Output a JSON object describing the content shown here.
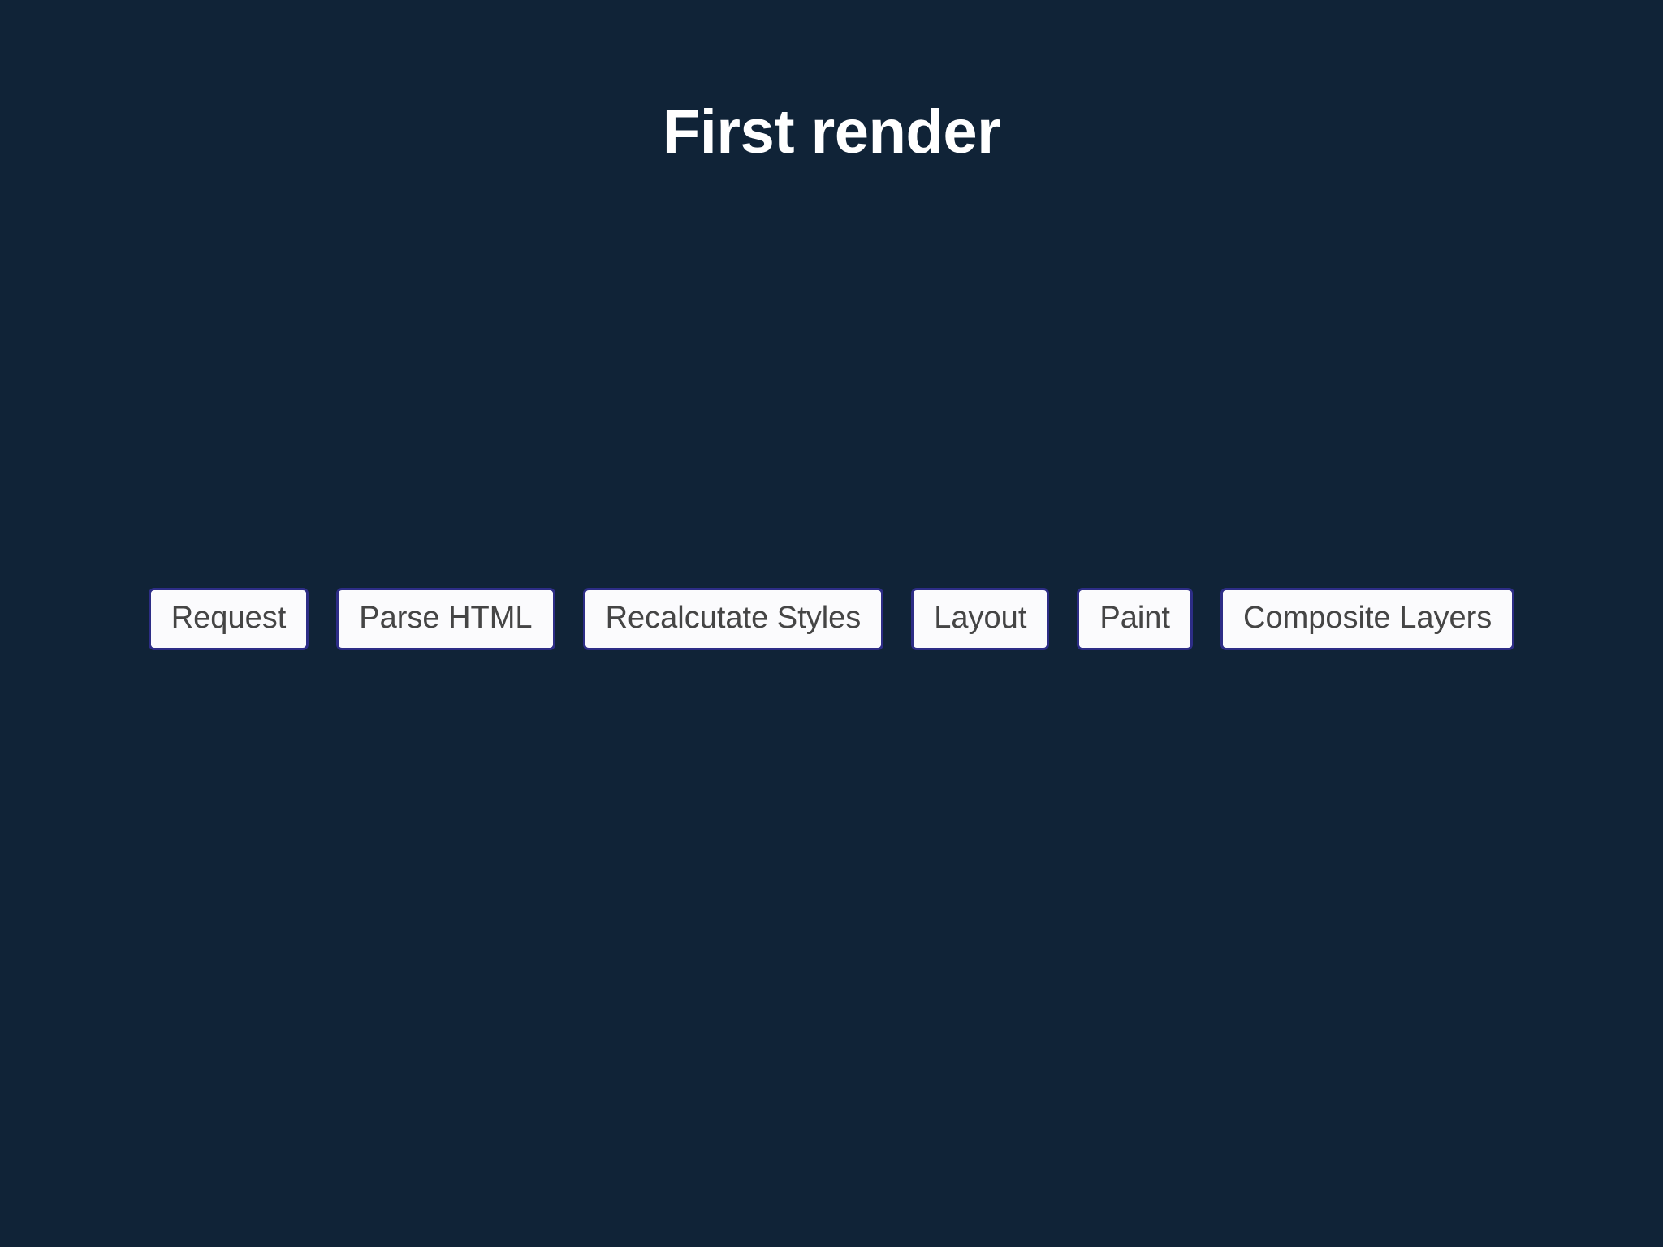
{
  "slide": {
    "title": "First render",
    "background_color": "#102337",
    "title_color": "#ffffff"
  },
  "pipeline": {
    "step_border_color": "#2d2d86",
    "step_background_color": "#fbfbfd",
    "step_text_color": "#454545",
    "steps": [
      {
        "label": "Request"
      },
      {
        "label": "Parse HTML"
      },
      {
        "label": "Recalcutate Styles"
      },
      {
        "label": "Layout"
      },
      {
        "label": "Paint"
      },
      {
        "label": "Composite Layers"
      }
    ]
  }
}
